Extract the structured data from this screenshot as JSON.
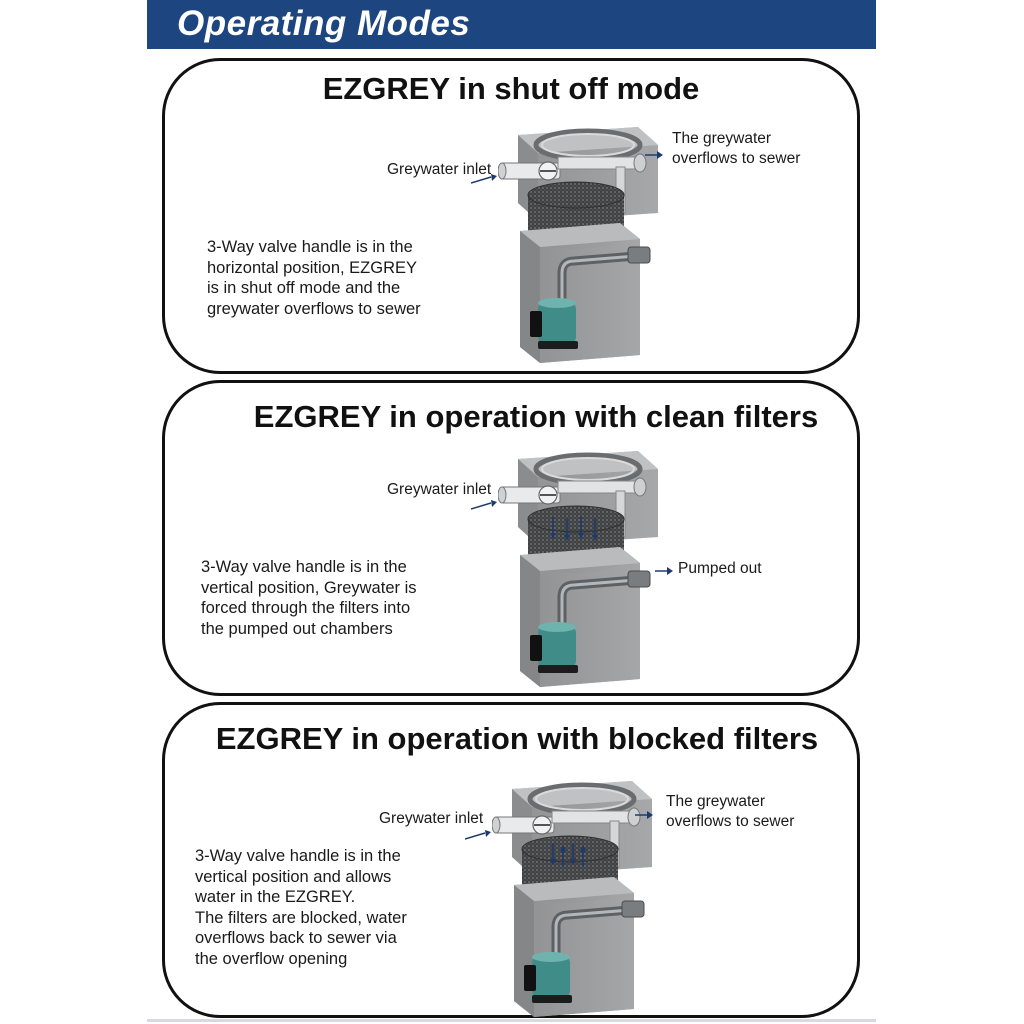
{
  "header": {
    "title": "Operating Modes"
  },
  "colors": {
    "header_bg": "#1d4580",
    "arrow": "#1d3a6e",
    "box_fill": "#9a9c9e",
    "pump_teal": "#3f8c88"
  },
  "panels": [
    {
      "title": "EZGREY in shut off mode",
      "inlet_label": "Greywater inlet",
      "outlet_label": "The greywater\noverflows to sewer",
      "description": "3-Way valve handle  is in the\nhorizontal position, EZGREY\nis in shut off mode and the\ngreywater overflows to sewer"
    },
    {
      "title": "EZGREY in operation with clean filters",
      "inlet_label": "Greywater inlet",
      "outlet_label": "Pumped out",
      "description": "3-Way valve handle is in the\nvertical position, Greywater is\nforced through the filters into\nthe pumped out chambers"
    },
    {
      "title": "EZGREY in operation with blocked filters",
      "inlet_label": "Greywater inlet",
      "outlet_label": "The greywater\noverflows to sewer",
      "description": "3-Way valve handle is in the\nvertical position and allows\nwater in the EZGREY.\nThe filters are blocked, water\noverflows back to sewer via\nthe overflow opening"
    }
  ]
}
